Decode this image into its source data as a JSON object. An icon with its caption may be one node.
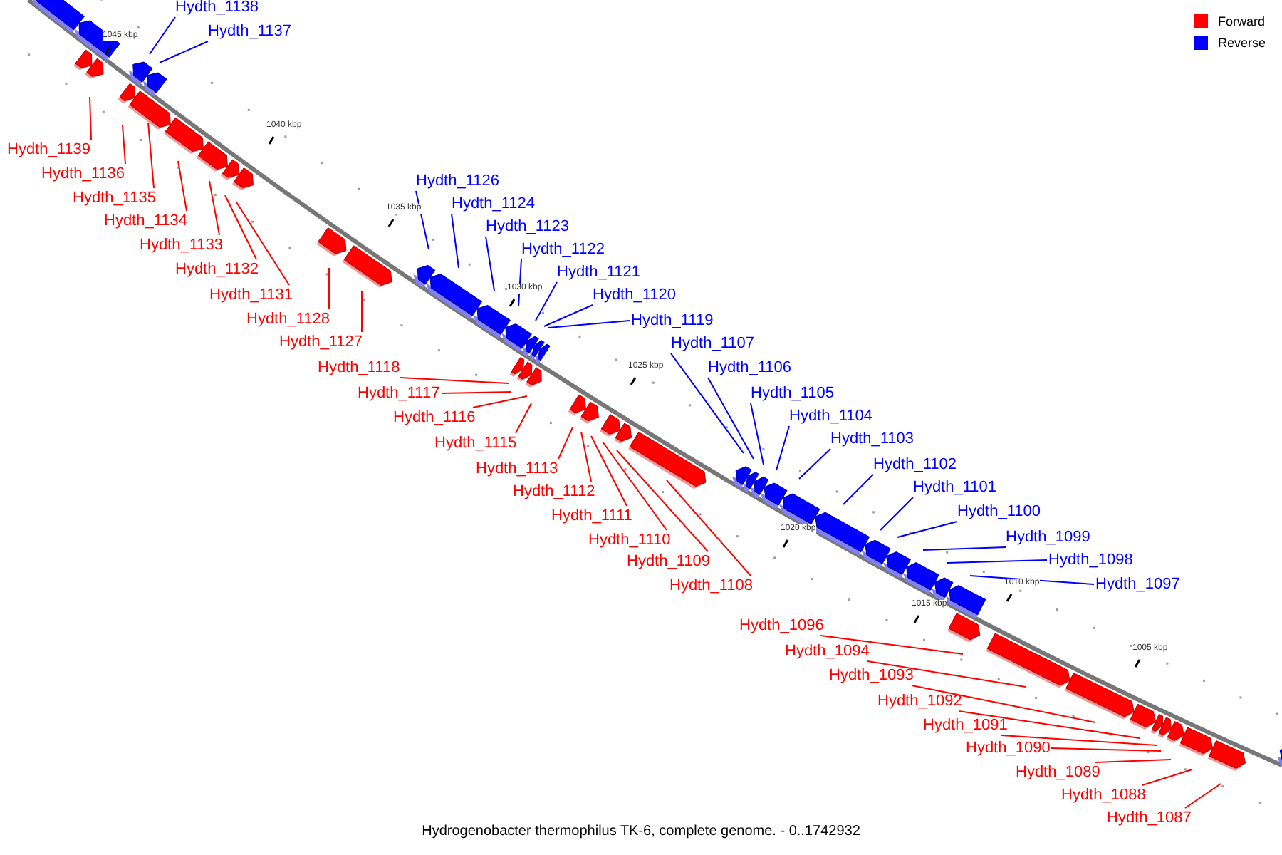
{
  "diagram": {
    "caption": "Hydrogenobacter thermophilus TK-6, complete genome. - 0..1742932",
    "nodes": [
      {
        "text": [
          "Hydth_1138"
        ]
      },
      {
        "text": [
          "Hydth_1137"
        ]
      },
      {
        "text": [
          "Hydth_1139"
        ]
      },
      {
        "text": [
          "Hydth_1136"
        ]
      },
      {
        "text": [
          "Hydth_1135"
        ]
      },
      {
        "text": [
          "Hydth_1134"
        ]
      },
      {
        "text": [
          "Hydth_1133"
        ]
      },
      {
        "text": [
          "Hydth_1132"
        ]
      },
      {
        "text": [
          "Hydth_1131"
        ]
      },
      {
        "text": [
          "Hydth_1128"
        ]
      },
      {
        "text": [
          "Hydth_1127"
        ]
      },
      {
        "text": [
          "Hydth_1126"
        ]
      },
      {
        "text": [
          "Hydth_1124"
        ]
      },
      {
        "text": [
          "Hydth_1123"
        ]
      },
      {
        "text": [
          "Hydth_1122"
        ]
      },
      {
        "text": [
          "Hydth_1121"
        ]
      },
      {
        "text": [
          "Hydth_1120"
        ]
      },
      {
        "text": [
          "Hydth_1119"
        ]
      },
      {
        "text": [
          "Hydth_1107"
        ]
      },
      {
        "text": [
          "Hydth_1106"
        ]
      },
      {
        "text": [
          "Hydth_1105"
        ]
      },
      {
        "text": [
          "Hydth_1104"
        ]
      },
      {
        "text": [
          "Hydth_1103"
        ]
      },
      {
        "text": [
          "Hydth_1102"
        ]
      },
      {
        "text": [
          "Hydth_1101"
        ]
      },
      {
        "text": [
          "Hydth_1100"
        ]
      },
      {
        "text": [
          "Hydth_1099"
        ]
      },
      {
        "text": [
          "Hydth_1098"
        ]
      },
      {
        "text": [
          "Hydth_1097"
        ]
      },
      {
        "text": [
          "Hydth_1118"
        ]
      },
      {
        "text": [
          "Hydth_1117"
        ]
      },
      {
        "text": [
          "Hydth_1116"
        ]
      },
      {
        "text": [
          "Hydth_1115"
        ]
      },
      {
        "text": [
          "Hydth_1113"
        ]
      },
      {
        "text": [
          "Hydth_1112"
        ]
      },
      {
        "text": [
          "Hydth_1111"
        ]
      },
      {
        "text": [
          "Hydth_1110"
        ]
      },
      {
        "text": [
          "Hydth_1109"
        ]
      },
      {
        "text": [
          "Hydth_1108"
        ]
      },
      {
        "text": [
          "Hydth_1096"
        ]
      },
      {
        "text": [
          "Hydth_1094"
        ]
      },
      {
        "text": [
          "Hydth_1093"
        ]
      },
      {
        "text": [
          "Hydth_1092"
        ]
      },
      {
        "text": [
          "Hydth_1091"
        ]
      },
      {
        "text": [
          "Hydth_1090"
        ]
      },
      {
        "text": [
          "Hydth_1089"
        ]
      },
      {
        "text": [
          "Hydth_1088"
        ]
      },
      {
        "text": [
          "Hydth_1087"
        ]
      }
    ],
    "edges": [
      {
        "from": 0,
        "to": null,
        "arrow": "none",
        "color": "#0000ff"
      },
      {
        "from": 1,
        "to": null,
        "arrow": "none",
        "color": "#0000ff"
      },
      {
        "from": 2,
        "to": null,
        "arrow": "none"
      },
      {
        "from": 3,
        "to": null,
        "arrow": "none"
      },
      {
        "from": 4,
        "to": null,
        "arrow": "none"
      },
      {
        "from": 5,
        "to": null,
        "arrow": "none"
      },
      {
        "from": 6,
        "to": null,
        "arrow": "none"
      },
      {
        "from": 7,
        "to": null,
        "arrow": "none"
      },
      {
        "from": 8,
        "to": null,
        "arrow": "none"
      },
      {
        "from": 9,
        "to": null,
        "arrow": "none"
      },
      {
        "from": 10,
        "to": null,
        "arrow": "none"
      },
      {
        "from": 11,
        "to": null,
        "arrow": "none",
        "color": "#0000ff"
      },
      {
        "from": 12,
        "to": null,
        "arrow": "none",
        "color": "#0000ff"
      },
      {
        "from": 13,
        "to": null,
        "arrow": "none",
        "color": "#0000ff"
      },
      {
        "from": 14,
        "to": null,
        "arrow": "none",
        "color": "#0000ff"
      },
      {
        "from": 15,
        "to": null,
        "arrow": "none",
        "color": "#0000ff"
      },
      {
        "from": 16,
        "to": null,
        "arrow": "none",
        "color": "#0000ff"
      },
      {
        "from": 17,
        "to": null,
        "arrow": "none",
        "color": "#0000ff"
      },
      {
        "from": 18,
        "to": null,
        "arrow": "none",
        "color": "#0000ff"
      },
      {
        "from": 19,
        "to": null,
        "arrow": "none",
        "color": "#0000ff"
      },
      {
        "from": 20,
        "to": null,
        "arrow": "none",
        "color": "#0000ff"
      },
      {
        "from": 21,
        "to": null,
        "arrow": "none",
        "color": "#0000ff"
      },
      {
        "from": 22,
        "to": null,
        "arrow": "none",
        "color": "#0000ff"
      },
      {
        "from": 23,
        "to": null,
        "arrow": "none",
        "color": "#0000ff"
      },
      {
        "from": 24,
        "to": null,
        "arrow": "none",
        "color": "#0000ff"
      },
      {
        "from": 25,
        "to": null,
        "arrow": "none",
        "color": "#0000ff"
      },
      {
        "from": 26,
        "to": null,
        "arrow": "none",
        "color": "#0000ff"
      },
      {
        "from": 27,
        "to": null,
        "arrow": "none",
        "color": "#0000ff"
      },
      {
        "from": 28,
        "to": null,
        "arrow": "none",
        "color": "#0000ff"
      },
      {
        "from": 29,
        "to": null,
        "arrow": "none"
      },
      {
        "from": 30,
        "to": null,
        "arrow": "none"
      },
      {
        "from": 31,
        "to": null,
        "arrow": "none"
      },
      {
        "from": 32,
        "to": null,
        "arrow": "none"
      },
      {
        "from": 33,
        "to": null,
        "arrow": "none"
      },
      {
        "from": 34,
        "to": null,
        "arrow": "none"
      },
      {
        "from": 35,
        "to": null,
        "arrow": "none"
      },
      {
        "from": 36,
        "to": null,
        "arrow": "none"
      },
      {
        "from": 37,
        "to": null,
        "arrow": "none"
      },
      {
        "from": 38,
        "to": null,
        "arrow": "none"
      },
      {
        "from": 39,
        "to": null,
        "arrow": "none"
      },
      {
        "from": 40,
        "to": null,
        "arrow": "none"
      },
      {
        "from": 41,
        "to": null,
        "arrow": "none"
      },
      {
        "from": 42,
        "to": null,
        "arrow": "none"
      },
      {
        "from": 43,
        "to": null,
        "arrow": "none"
      },
      {
        "from": 44,
        "to": null,
        "arrow": "none"
      },
      {
        "from": 45,
        "to": null,
        "arrow": "none"
      },
      {
        "from": 46,
        "to": null,
        "arrow": "none"
      },
      {
        "from": 47,
        "to": null,
        "arrow": "none"
      }
    ],
    "labels": [
      "1045 kbp",
      "1040 kbp",
      "1035 kbp",
      "1030 kbp",
      "1025 kbp",
      "1020 kbp",
      "1015 kbp",
      "1010 kbp",
      "1005 kbp"
    ],
    "legend": [
      {
        "text": "Forward",
        "color": "#ff0000"
      },
      {
        "text": "Reverse",
        "color": "#0000ff"
      }
    ]
  }
}
